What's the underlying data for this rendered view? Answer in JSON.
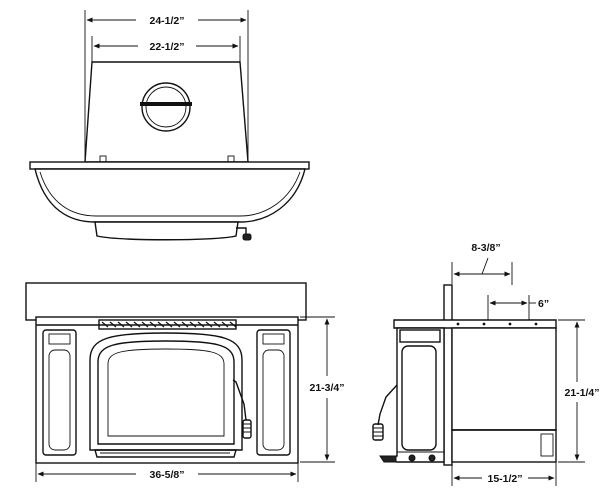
{
  "dimensions": {
    "top_outer_width": "24-1/2”",
    "top_inner_width": "22-1/2”",
    "side_depth_upper": "8-3/8”",
    "side_offset": "6”",
    "front_height": "21-3/4”",
    "side_height": "21-1/4”",
    "front_width": "36-5/8”",
    "side_depth": "15-1/2”"
  }
}
